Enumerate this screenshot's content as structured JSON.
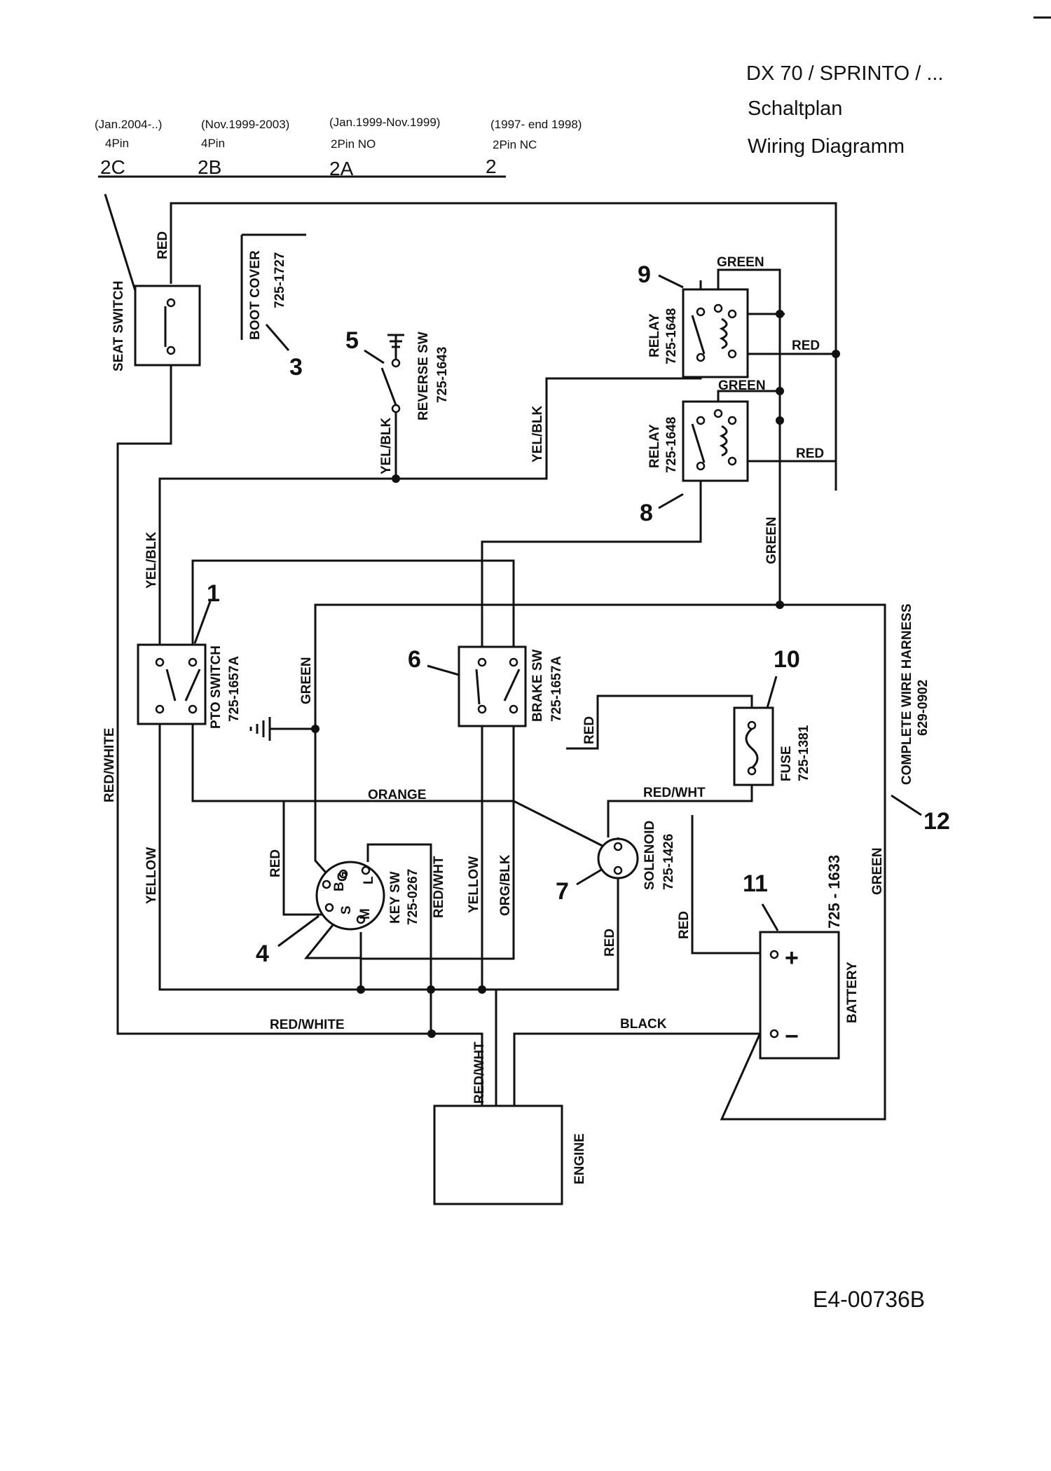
{
  "header": {
    "model": "DX 70 / SPRINTO / ...",
    "title_de": "Schaltplan",
    "title_en": "Wiring Diagramm"
  },
  "versions": [
    {
      "period": "(Jan.2004-..)",
      "pins": "4Pin",
      "id": "2C"
    },
    {
      "period": "(Nov.1999-2003)",
      "pins": "4Pin",
      "id": "2B"
    },
    {
      "period": "(Jan.1999-Nov.1999)",
      "pins": "2Pin NO",
      "id": "2A"
    },
    {
      "period": "(1997- end 1998)",
      "pins": "2Pin NC",
      "id": "2"
    }
  ],
  "components": {
    "seat_switch": "SEAT SWITCH",
    "boot_cover": "BOOT COVER",
    "boot_cover_pn": "725-1727",
    "reverse_sw": "REVERSE SW",
    "reverse_sw_pn": "725-1643",
    "relay_9": "RELAY",
    "relay_9_pn": "725-1648",
    "relay_8": "RELAY",
    "relay_8_pn": "725-1648",
    "pto_switch": "PTO SWITCH",
    "pto_switch_pn": "725-1657A",
    "brake_sw": "BRAKE SW",
    "brake_sw_pn": "725-1657A",
    "fuse": "FUSE",
    "fuse_pn": "725-1381",
    "harness": "COMPLETE WIRE HARNESS",
    "harness_pn": "629-0902",
    "key_sw": "KEY SW",
    "key_sw_pn": "725-0267",
    "solenoid": "SOLENOID",
    "solenoid_pn": "725-1426",
    "battery": "BATTERY",
    "battery_pn": "725 - 1633",
    "battery_plus": "+",
    "battery_minus": "−",
    "engine": "ENGINE"
  },
  "key_terminals": {
    "b": "B",
    "g": "G",
    "l": "L",
    "s": "S",
    "m": "M"
  },
  "callouts": {
    "n1": "1",
    "n3": "3",
    "n4": "4",
    "n5": "5",
    "n6": "6",
    "n7": "7",
    "n8": "8",
    "n9": "9",
    "n10": "10",
    "n11": "11",
    "n12": "12"
  },
  "wire_labels": {
    "red_seat": "RED",
    "green_relay9": "GREEN",
    "red_relay9": "RED",
    "green_relay8": "GREEN",
    "red_relay8": "RED",
    "yel_blk_reverse": "YEL/BLK",
    "yel_blk_mid": "YEL/BLK",
    "yel_blk_left": "YEL/BLK",
    "green_vertical": "GREEN",
    "green_ground": "GREEN",
    "red_white_left": "RED/WHITE",
    "red_brake": "RED",
    "orange": "ORANGE",
    "red_wht_solenoid": "RED/WHT",
    "red_key": "RED",
    "red_wht_key": "RED/WHT",
    "yellow_mid": "YELLOW",
    "org_blk": "ORG/BLK",
    "yellow_left": "YELLOW",
    "red_solenoid": "RED",
    "red_battery": "RED",
    "green_right": "GREEN",
    "red_white_bottom": "RED/WHITE",
    "black": "BLACK",
    "red_wht_engine": "RED/WHT"
  },
  "drawing_code": "E4-00736B"
}
